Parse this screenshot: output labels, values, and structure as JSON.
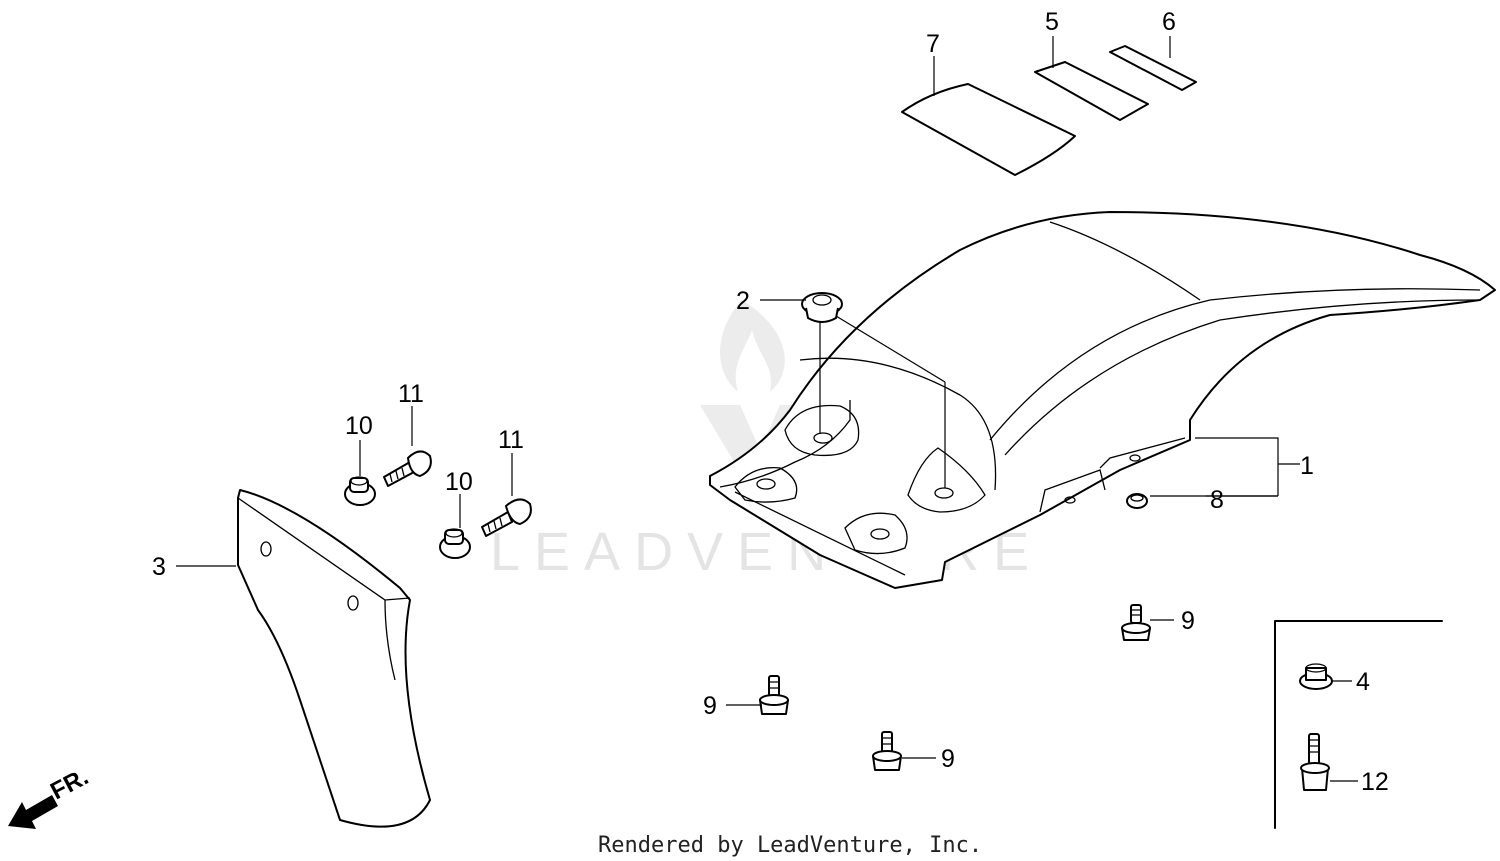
{
  "callouts": {
    "c1": "1",
    "c2": "2",
    "c3": "3",
    "c4": "4",
    "c5": "5",
    "c6": "6",
    "c7": "7",
    "c8": "8",
    "c9a": "9",
    "c9b": "9",
    "c9c": "9",
    "c10a": "10",
    "c10b": "10",
    "c11a": "11",
    "c11b": "11",
    "c12": "12"
  },
  "direction_label": "FR.",
  "watermark": "LEADVENTURE",
  "footer": "Rendered by LeadVenture, Inc."
}
